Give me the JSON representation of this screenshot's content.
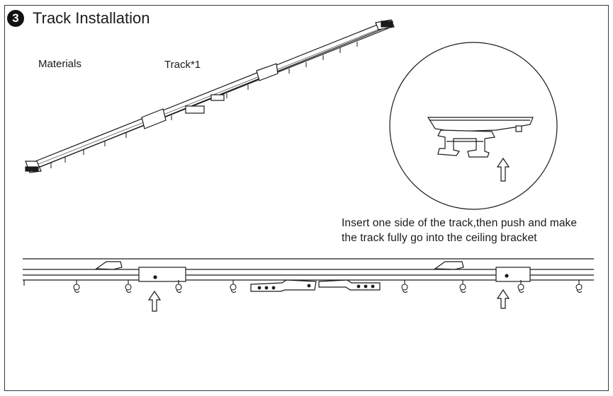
{
  "step": {
    "number": "3",
    "title": "Track Installation"
  },
  "materials_label": "Materials",
  "track_label": "Track*1",
  "instruction": {
    "line1": "Insert one side of the track,then push and make",
    "line2": "the track fully go into the ceiling bracket"
  },
  "icons": [
    "up-arrow-icon",
    "ceiling-bracket",
    "curtain-glider-hook"
  ],
  "colors": {
    "line": "#1a1a1a",
    "background": "#ffffff"
  }
}
